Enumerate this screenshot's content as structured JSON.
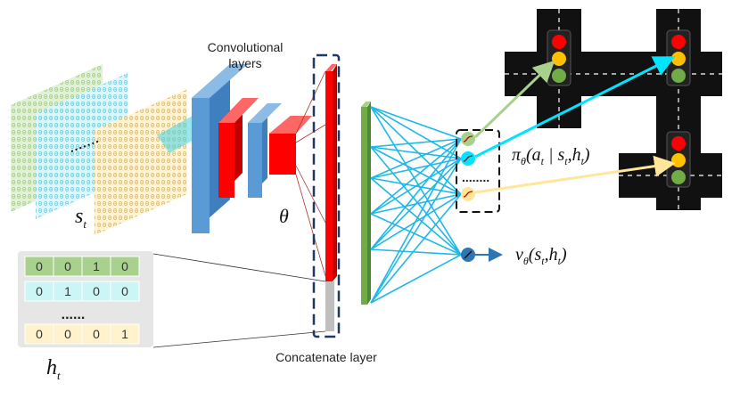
{
  "labels": {
    "conv_layers_line1": "Convolutional",
    "conv_layers_line2": "layers",
    "concat_layer": "Concatenate layer",
    "theta": "θ",
    "state_symbol": "s",
    "state_sub": "t",
    "hidden_symbol": "h",
    "hidden_sub": "t",
    "policy": "π",
    "policy_args": "(a",
    "policy_args_rest": " | s",
    "policy_args_end": ",h",
    "policy_close": ")",
    "value": "v",
    "value_args": "(s",
    "value_args_end": ",h",
    "value_close": ")",
    "dots_matrix": "......",
    "dots_outputs": "........"
  },
  "hidden_table": {
    "rows": [
      [
        "0",
        "0",
        "1",
        "0"
      ],
      [
        "0",
        "1",
        "0",
        "0"
      ],
      [
        "0",
        "0",
        "0",
        "1"
      ]
    ]
  },
  "colors": {
    "conv_blue": "#5b9bd5",
    "conv_red": "#ff0000",
    "concat_red": "#ff0000",
    "concat_gray": "#bfbfbf",
    "fc_green": "#70ad47",
    "edge_cyan": "#1fb8e8",
    "policy_green": "#a9d18e",
    "policy_cyan": "#00e5ff",
    "policy_yellow": "#ffe699",
    "value_blue": "#2e75b6",
    "dashed_navy": "#1f3864",
    "row_green": "#a9d18e",
    "row_cyan": "#ccf5f5",
    "row_yellow": "#fff2cc"
  },
  "icons": [
    "sigmoid-icon",
    "linear-icon",
    "traffic-light-icon"
  ]
}
